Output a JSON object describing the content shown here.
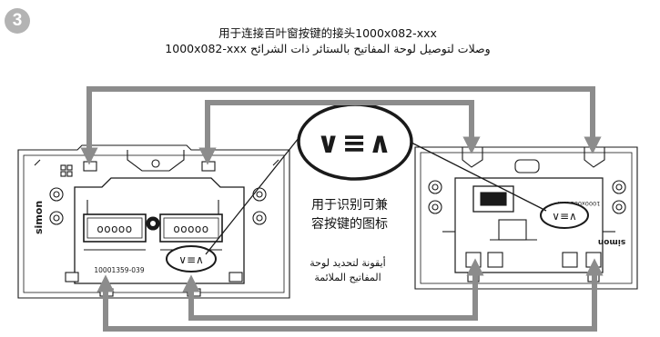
{
  "step": {
    "number": "3"
  },
  "title": {
    "zh": "用于连接百叶窗按键的接头1000x082-xxx",
    "ar": "وصلات لتوصيل لوحة المفاتيح بالستائر ذات الشرائح 1000x082-xxx"
  },
  "callout": {
    "zh_line1": "用于识别可兼",
    "zh_line2": "容按键的图标",
    "ar_line1": "أيقونة لتحديد لوحة",
    "ar_line2": "المفاتيح الملائمة"
  },
  "left_module": {
    "brand": "simon",
    "part_number": "10001359-039",
    "terminal_digits": "ooooo",
    "icon_symbol": "∨≡∧"
  },
  "right_module": {
    "brand": "simon",
    "part_number": "1000x082-xxx",
    "icon_symbol": "∨≡∧"
  },
  "zoom_icon": {
    "symbol": "∨≡∧"
  },
  "colors": {
    "arrow": "#8c8c8c",
    "line": "#1a1a1a",
    "badge": "#b3b3b3"
  }
}
